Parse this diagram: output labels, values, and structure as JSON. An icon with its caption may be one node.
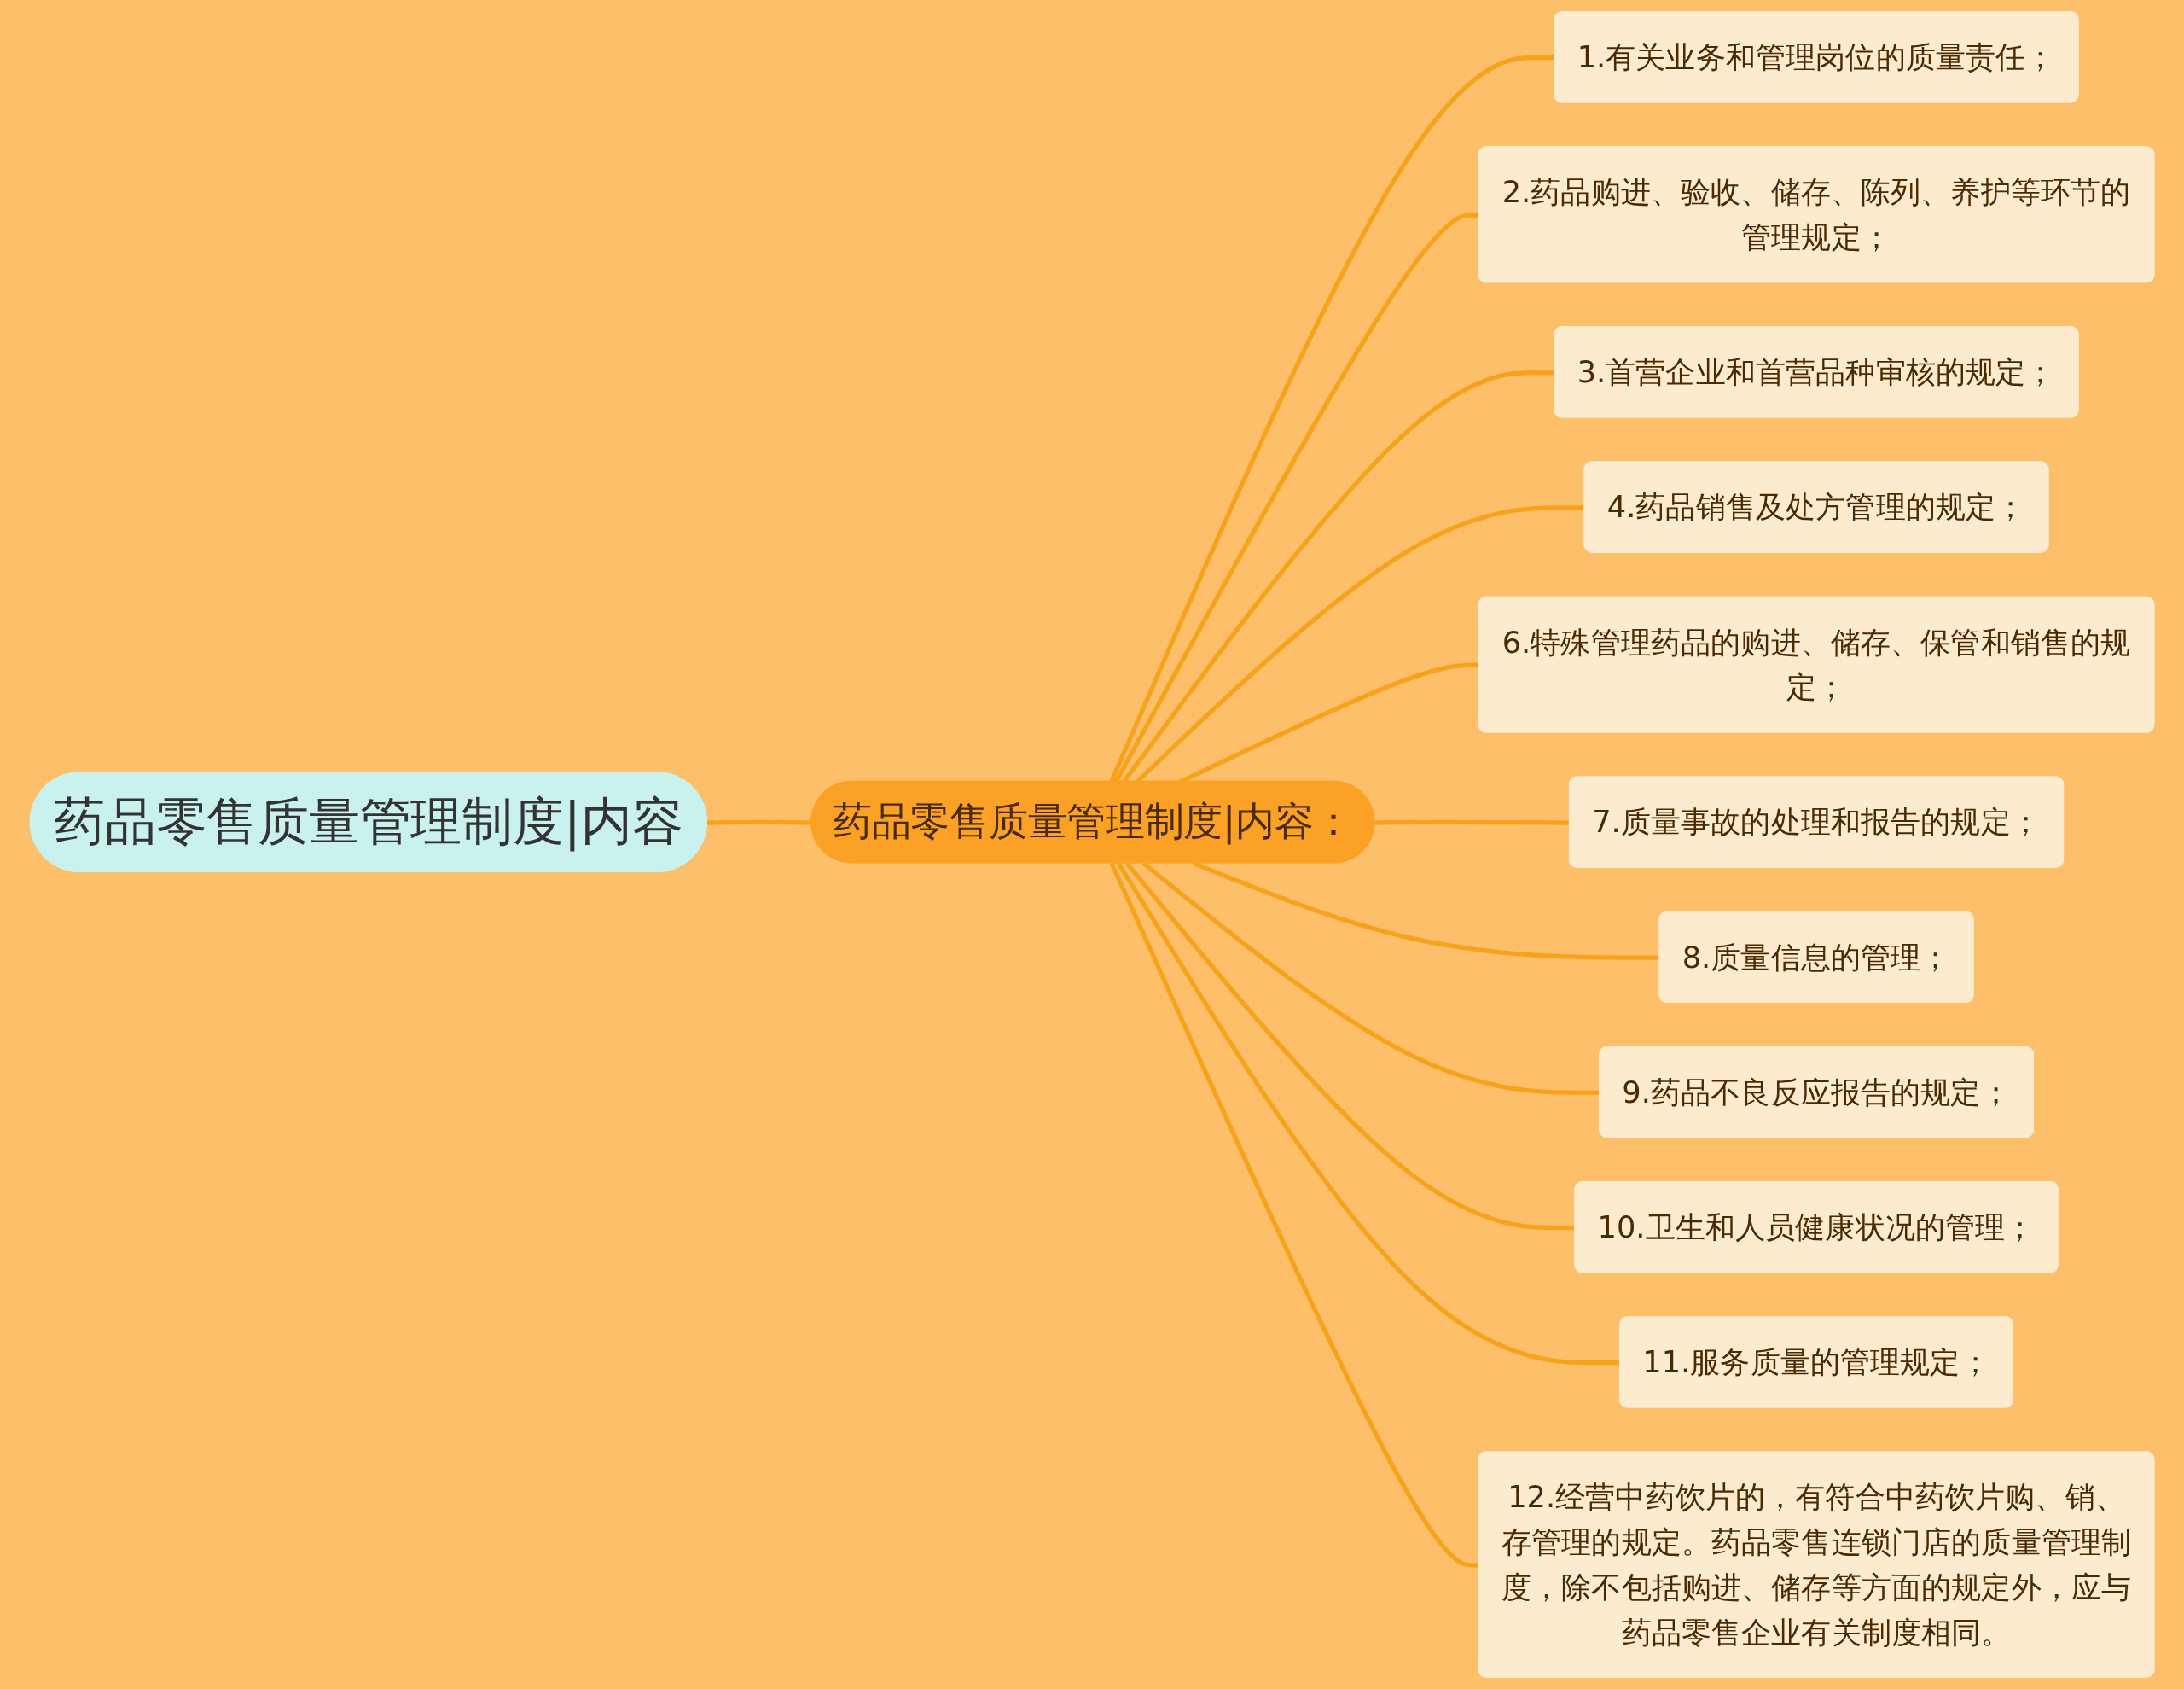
{
  "diagram": {
    "nodes": [
      {
        "text": [
          "药品零售质量管理制度|内容"
        ]
      },
      {
        "text": [
          "药品零售质量管理制度|内容："
        ]
      },
      {
        "text": [
          "1.有关业务和管理岗位的质量责任；"
        ]
      },
      {
        "text": [
          "2.药品购进、验收、储存、陈列、养护等环节的管理规定；"
        ]
      },
      {
        "text": [
          "3.首营企业和首营品种审核的规定；"
        ]
      },
      {
        "text": [
          "4.药品销售及处方管理的规定；"
        ]
      },
      {
        "text": [
          "6.特殊管理药品的购进、储存、保管和销售的规定；"
        ]
      },
      {
        "text": [
          "7.质量事故的处理和报告的规定；"
        ]
      },
      {
        "text": [
          "8.质量信息的管理；"
        ]
      },
      {
        "text": [
          "9.药品不良反应报告的规定；"
        ]
      },
      {
        "text": [
          "10.卫生和人员健康状况的管理；"
        ]
      },
      {
        "text": [
          "11.服务质量的管理规定；"
        ]
      },
      {
        "text": [
          "12.经营中药饮片的，有符合中药饮片购、销、存管理的规定。药品零售连锁门店的质量管理制度，除不包括购进、储存等方面的规定外，应与药品零售企业有关制度相同。"
        ]
      }
    ],
    "edges": [
      {
        "from": 0,
        "to": 1,
        "arrow": "none"
      },
      {
        "from": 1,
        "to": 2,
        "arrow": "none"
      },
      {
        "from": 1,
        "to": 3,
        "arrow": "none"
      },
      {
        "from": 1,
        "to": 4,
        "arrow": "none"
      },
      {
        "from": 1,
        "to": 5,
        "arrow": "none"
      },
      {
        "from": 1,
        "to": 6,
        "arrow": "none"
      },
      {
        "from": 1,
        "to": 7,
        "arrow": "none"
      },
      {
        "from": 1,
        "to": 8,
        "arrow": "none"
      },
      {
        "from": 1,
        "to": 9,
        "arrow": "none"
      },
      {
        "from": 1,
        "to": 10,
        "arrow": "none"
      },
      {
        "from": 1,
        "to": 11,
        "arrow": "none"
      },
      {
        "from": 1,
        "to": 12,
        "arrow": "none"
      }
    ]
  }
}
